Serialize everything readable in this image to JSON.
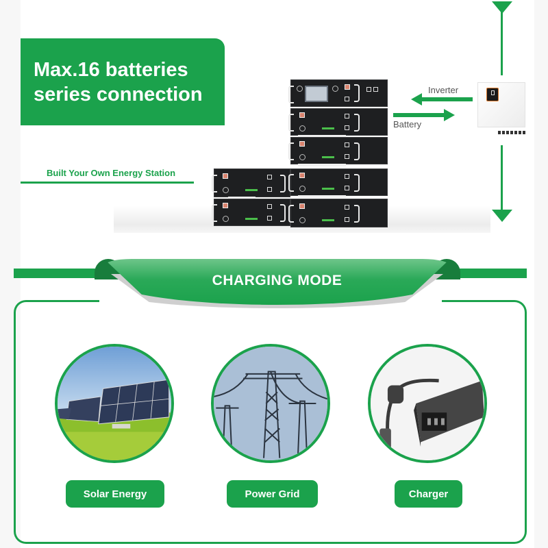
{
  "hero": {
    "title_line1": "Max.16 batteries",
    "title_line2": "series connection",
    "subtitle": "Built Your Own Energy Station"
  },
  "diagram": {
    "inverter_label": "Inverter",
    "battery_label": "Battery"
  },
  "charging": {
    "section_title": "CHARGING MODE",
    "modes": [
      {
        "label": "Solar Energy",
        "image": "solar-panels-photo"
      },
      {
        "label": "Power Grid",
        "image": "power-towers-photo"
      },
      {
        "label": "Charger",
        "image": "power-adapter-photo"
      }
    ]
  },
  "colors": {
    "brand_green": "#1ba24c",
    "dark_green": "#187d3c"
  }
}
